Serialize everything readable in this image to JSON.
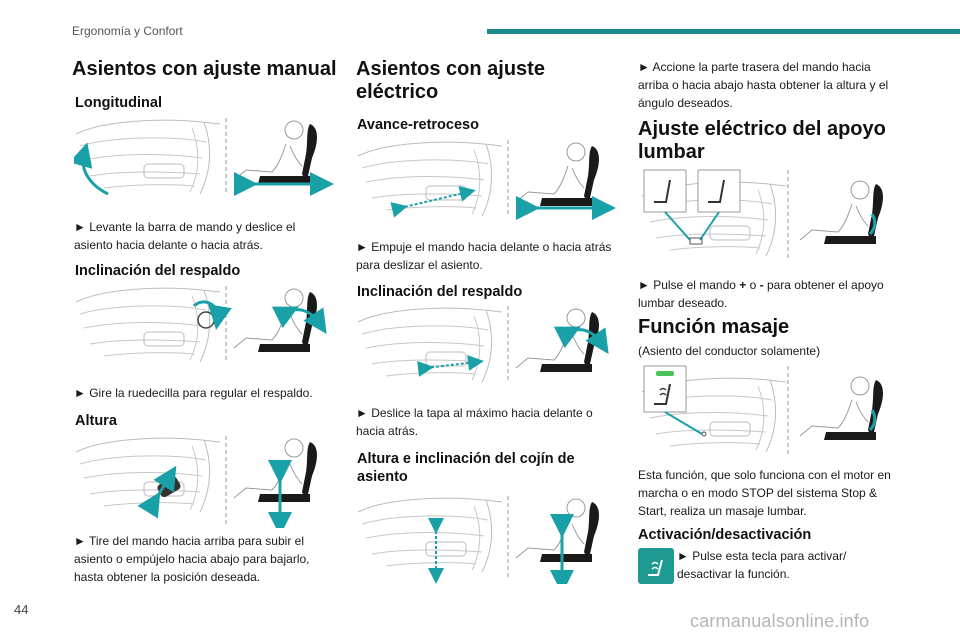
{
  "header": {
    "section": "Ergonomía y Confort",
    "page_number": "44"
  },
  "watermark": "carmanualsonline.info",
  "colors": {
    "accent": "#1b8a8a",
    "icon_teal": "#1f9a93",
    "arrow_teal": "#1aa1a8",
    "massage_green": "#47c35a"
  },
  "col1": {
    "title": "Asientos con ajuste manual",
    "s1": {
      "heading": "Longitudinal",
      "text": "► Levante la barra de mando y deslice el asiento hacia delante o hacia atrás."
    },
    "s2": {
      "heading": "Inclinación del respaldo",
      "text": "► Gire la ruedecilla para regular el respaldo."
    },
    "s3": {
      "heading": "Altura",
      "text": "► Tire del mando hacia arriba para subir el asiento o empújelo hacia abajo para bajarlo, hasta obtener la posición deseada."
    }
  },
  "col2": {
    "title": "Asientos con ajuste eléctrico",
    "s1": {
      "heading": "Avance-retroceso",
      "text": "► Empuje el mando hacia delante o hacia atrás para deslizar el asiento."
    },
    "s2": {
      "heading": "Inclinación del respaldo",
      "text": "► Deslice la tapa al máximo hacia delante o hacia atrás."
    },
    "s3": {
      "heading": "Altura e inclinación del cojín de asiento"
    }
  },
  "col3": {
    "intro": "► Accione la parte trasera del mando hacia arriba o hacia abajo hasta obtener la altura y el ángulo deseados.",
    "lumbar": {
      "title": "Ajuste eléctrico del apoyo lumbar",
      "text_pre": "► Pulse el mando ",
      "plus": "+",
      "mid": " o ",
      "minus": "-",
      "text_post": " para obtener el apoyo lumbar deseado."
    },
    "massage": {
      "title": "Función masaje",
      "subtitle": "(Asiento del conductor solamente)",
      "text": "Esta función, que solo funciona con el motor en marcha o en modo STOP del sistema Stop & Start, realiza un masaje lumbar.",
      "activation_heading": "Activación/desactivación",
      "activation_text": "► Pulse esta tecla para activar/ desactivar la función."
    }
  }
}
